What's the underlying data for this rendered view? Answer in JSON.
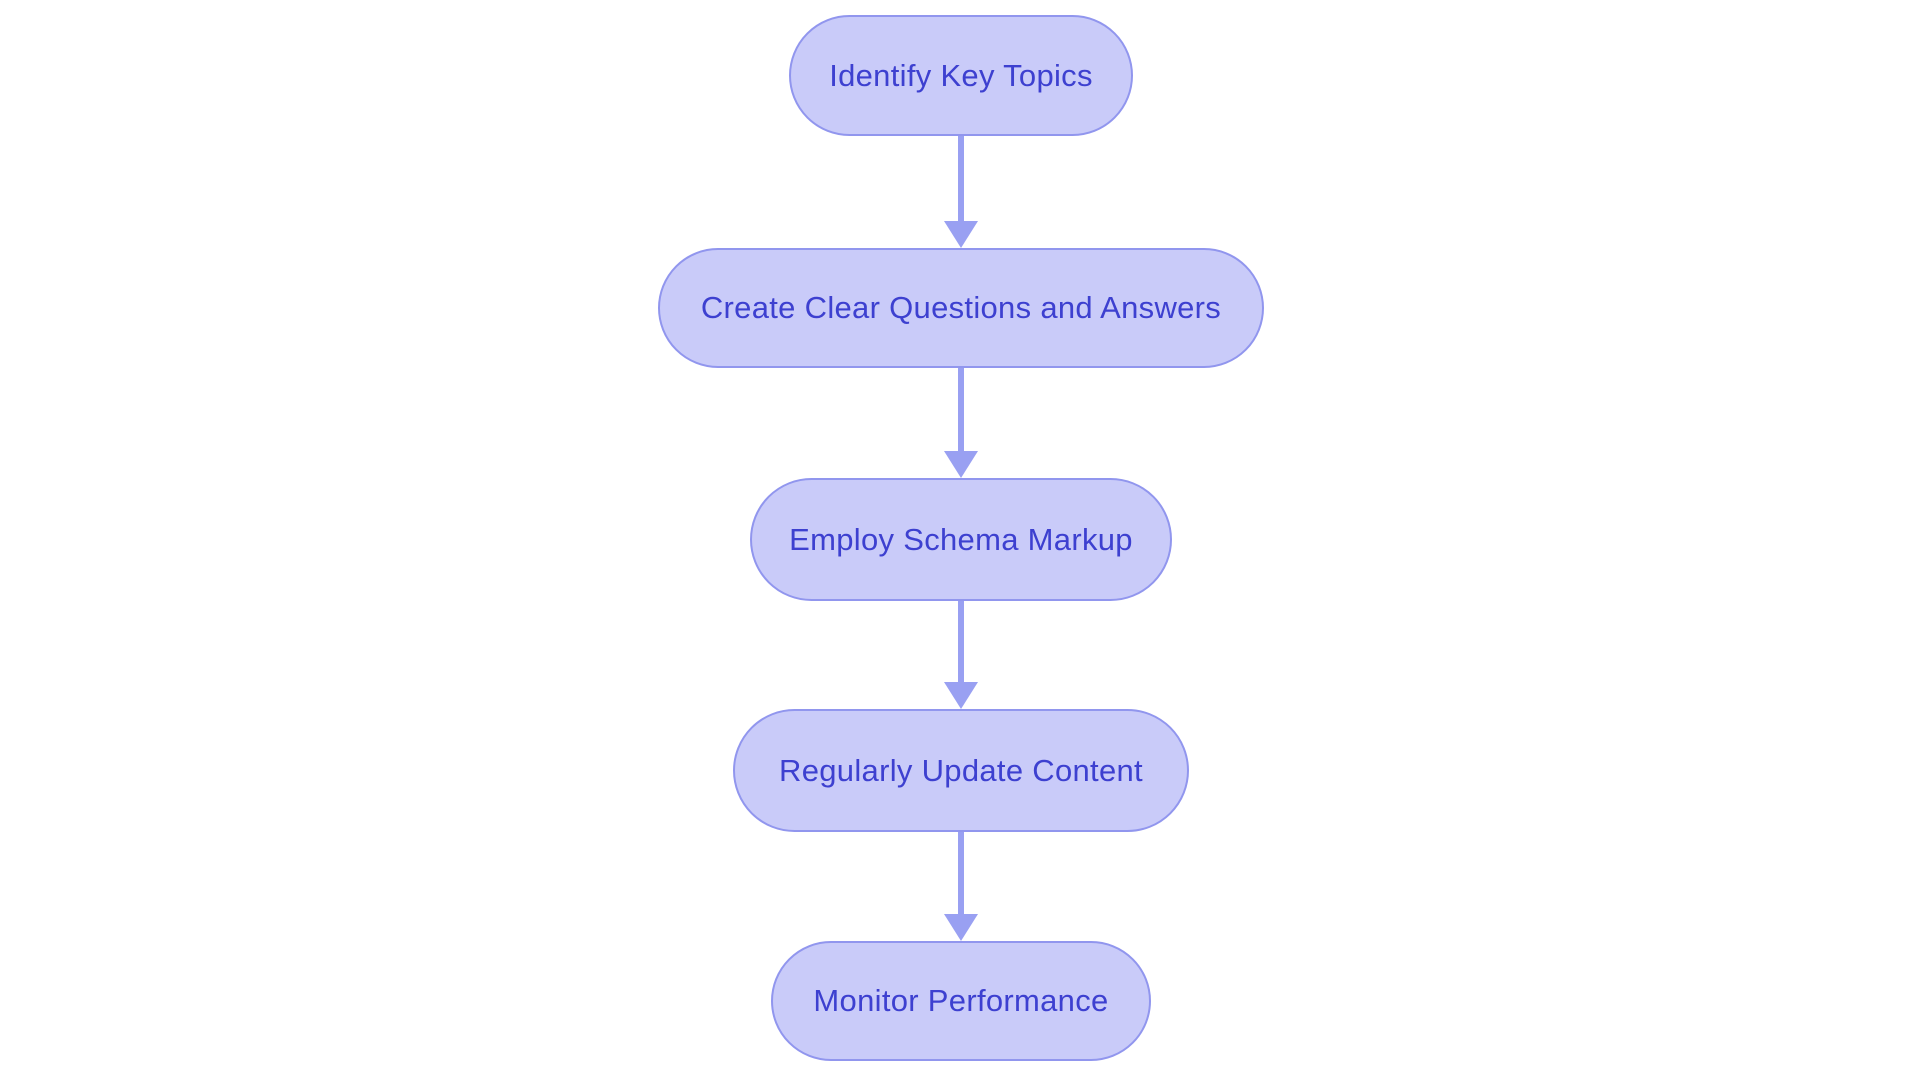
{
  "diagram_type": "flowchart-top-down",
  "colors": {
    "node_fill": "#c9cbf9",
    "node_border": "#9196ee",
    "node_text": "#3d40d0",
    "arrow": "#99a0f2",
    "canvas_bg": "#ffffff"
  },
  "nodes": [
    {
      "id": "n1",
      "label": "Identify Key Topics"
    },
    {
      "id": "n2",
      "label": "Create Clear Questions and Answers"
    },
    {
      "id": "n3",
      "label": "Employ Schema Markup"
    },
    {
      "id": "n4",
      "label": "Regularly Update Content"
    },
    {
      "id": "n5",
      "label": "Monitor Performance"
    }
  ],
  "edges": [
    {
      "from": "n1",
      "to": "n2"
    },
    {
      "from": "n2",
      "to": "n3"
    },
    {
      "from": "n3",
      "to": "n4"
    },
    {
      "from": "n4",
      "to": "n5"
    }
  ]
}
